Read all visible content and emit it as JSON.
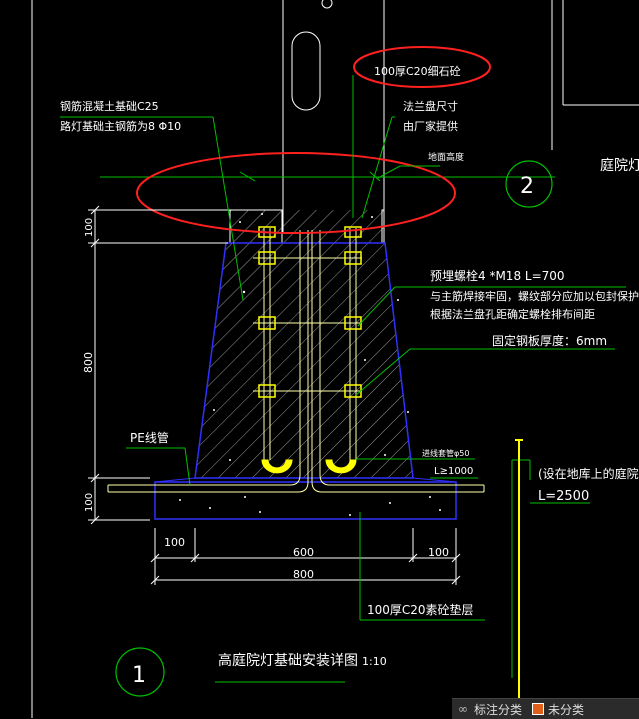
{
  "drawing": {
    "title": "高庭院灯基础安装详图",
    "scale": "1:10",
    "view_number": "1",
    "ref_number": "2",
    "ref_label": "庭院灯",
    "labels": {
      "c20_top": "100厚C20细石砼",
      "concrete_line1": "钢筋混凝土基础C25",
      "concrete_line2": "路灯基础主钢筋为8 Φ10",
      "flange_line1": "法兰盘尺寸",
      "flange_line2": "由厂家提供",
      "ground": "地面高度",
      "bolt_main": "预埋螺栓4 *M18  L=700",
      "bolt_note1": "与主筋焊接牢固，螺纹部分应加以包封保护",
      "bolt_note2": "根据法兰盘孔距确定螺栓排布间距",
      "plate": "固定钢板厚度：6mm",
      "pe_pipe": "PE线管",
      "rebar_hook": "进线套管φ50",
      "len_1000": "L≥1000",
      "basement_note": "(设在地库上的庭院灯",
      "len_2500": "L=2500",
      "c20_bottom": "100厚C20素砼垫层"
    },
    "dims": {
      "h_top": "100",
      "h_mid": "800",
      "h_bot": "100",
      "w_left": "100",
      "w_mid": "600",
      "w_right": "100",
      "w_total": "800"
    }
  },
  "statusbar": {
    "label": "标注分类",
    "value": "未分类"
  },
  "colors": {
    "background": "#000000",
    "green": "#00c000",
    "white": "#ffffff",
    "yellow": "#ffff00",
    "blue": "#3030ff",
    "red": "#ff2020",
    "orange": "#e0601a"
  }
}
